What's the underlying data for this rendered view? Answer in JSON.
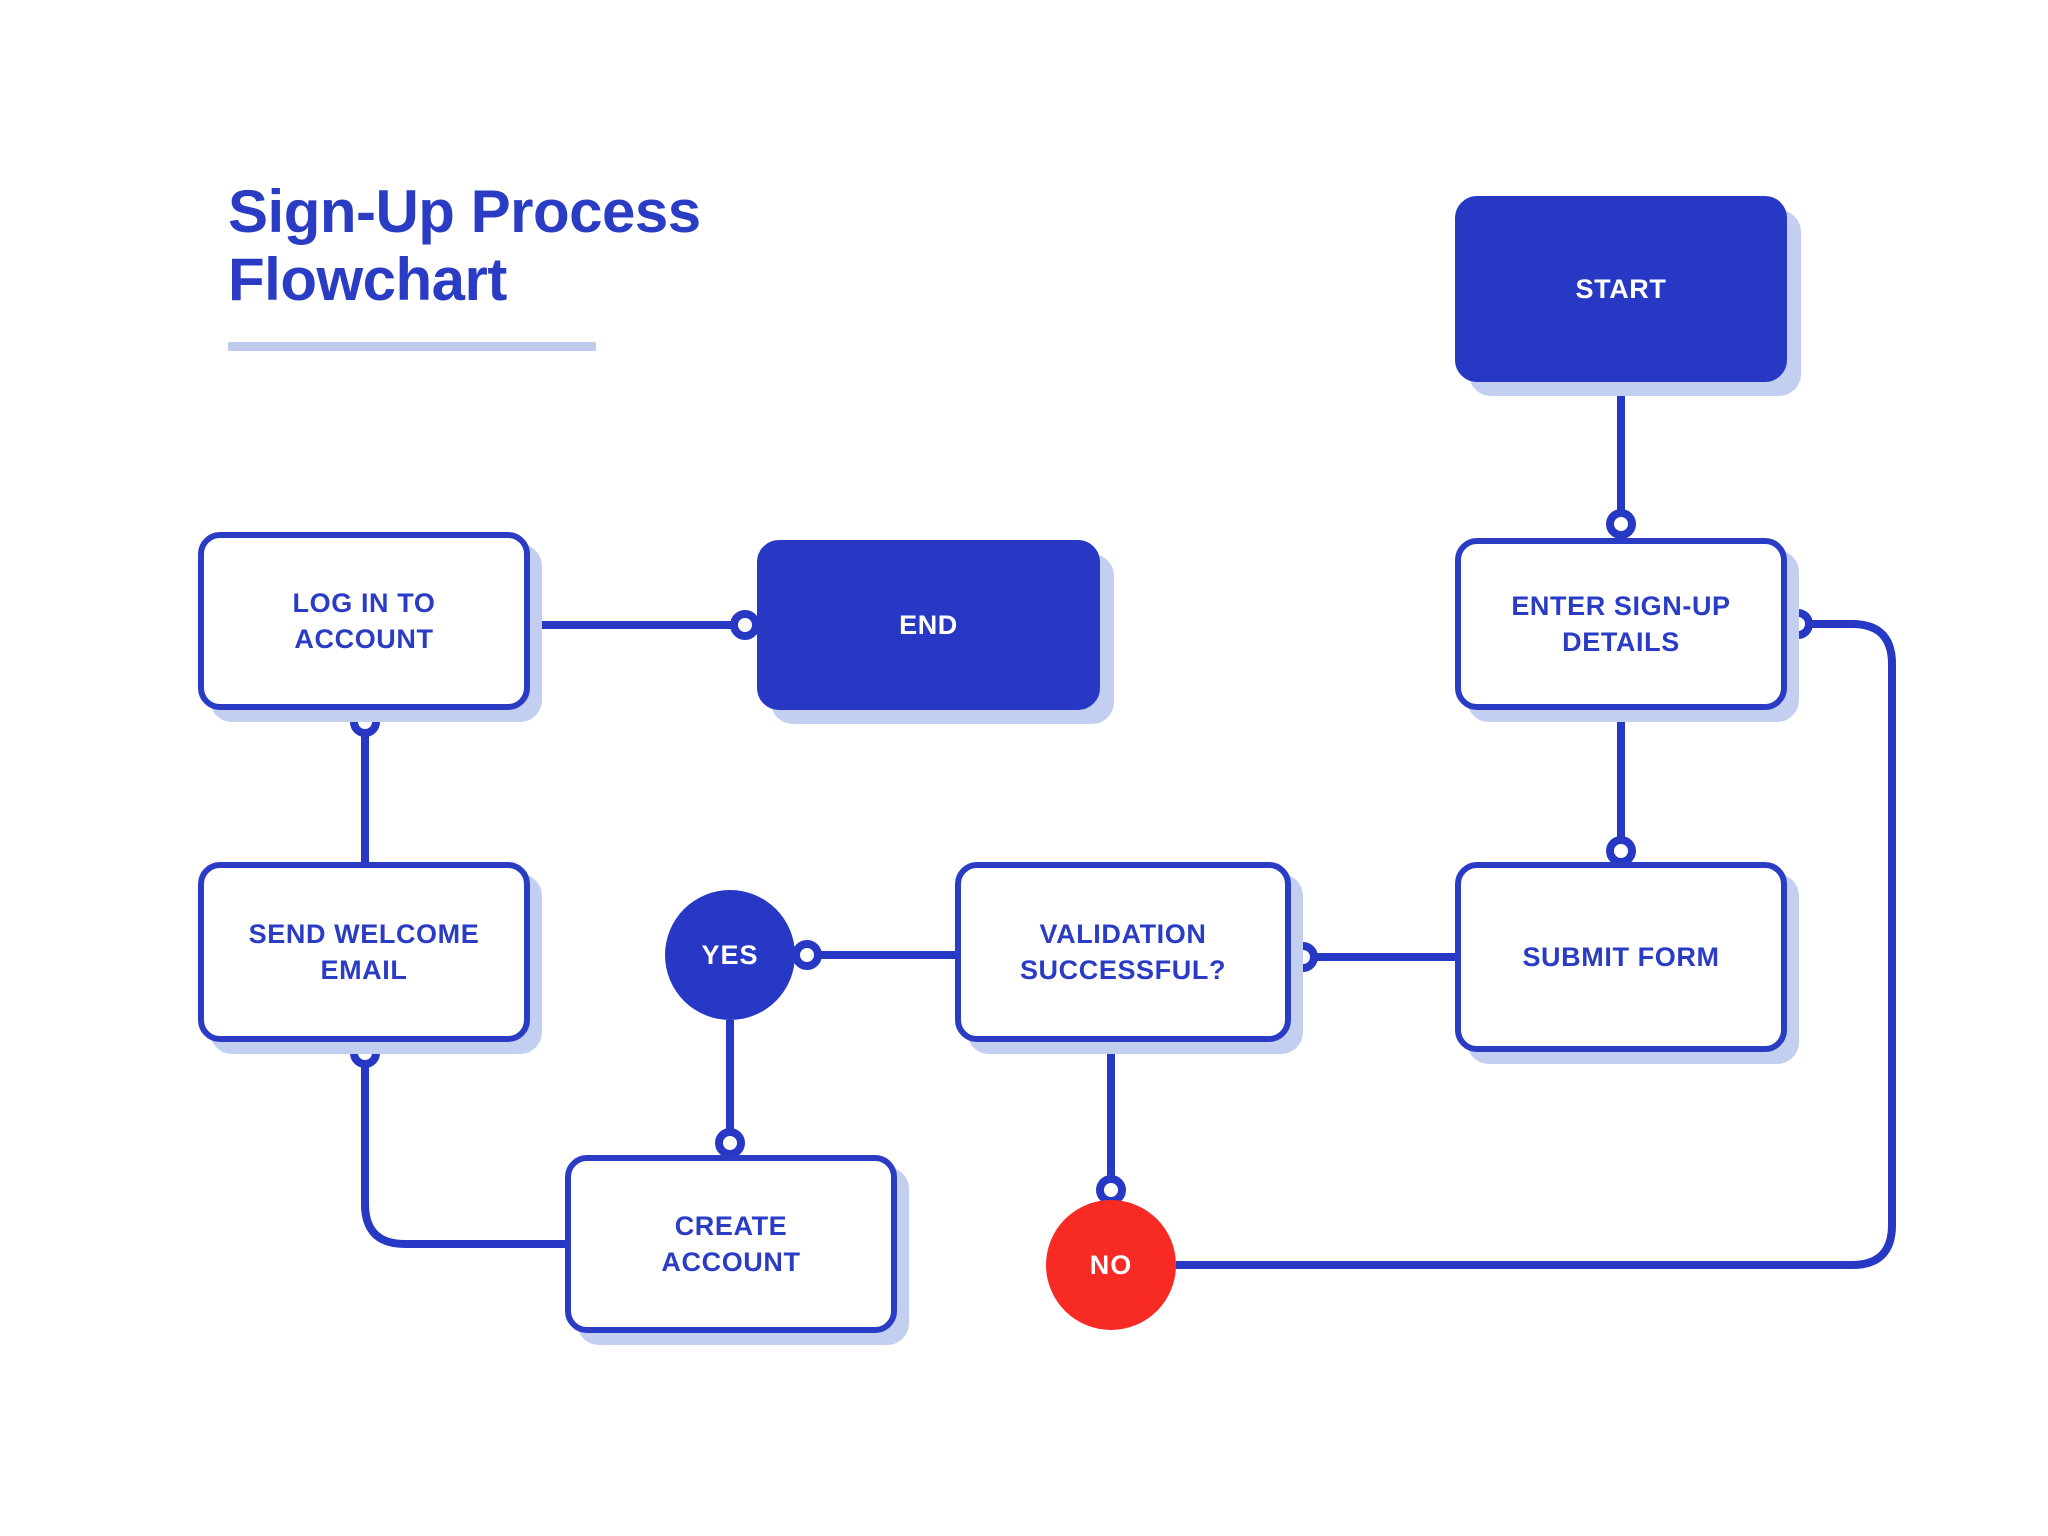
{
  "header": {
    "title": "Sign-Up Process\nFlowchart",
    "underline_color": "#BFCBEE"
  },
  "theme": {
    "background": "#FFFFFF",
    "primary_blue": "#2638C4",
    "stroke_blue": "#2B3CC4",
    "shadow_blue": "#C3CFF0",
    "danger_red": "#F72A24",
    "on_primary": "#FFFFFF"
  },
  "chart_data": {
    "type": "diagram",
    "subtype": "flowchart",
    "title": "Sign-Up Process Flowchart",
    "nodes": [
      {
        "id": "start",
        "label": "START",
        "shape": "rounded-rect",
        "style": "filled",
        "fill": "#2638C4",
        "text_color": "#FFFFFF"
      },
      {
        "id": "enter-details",
        "label": "ENTER SIGN-UP\nDETAILS",
        "shape": "rounded-rect",
        "style": "outline",
        "fill": "#FFFFFF",
        "text_color": "#2B3CC4"
      },
      {
        "id": "submit-form",
        "label": "SUBMIT FORM",
        "shape": "rounded-rect",
        "style": "outline",
        "fill": "#FFFFFF",
        "text_color": "#2B3CC4"
      },
      {
        "id": "validation",
        "label": "VALIDATION\nSUCCESSFUL?",
        "shape": "rounded-rect",
        "style": "outline",
        "fill": "#FFFFFF",
        "text_color": "#2B3CC4"
      },
      {
        "id": "yes",
        "label": "YES",
        "shape": "circle",
        "style": "filled",
        "fill": "#2638C4",
        "text_color": "#FFFFFF"
      },
      {
        "id": "no",
        "label": "NO",
        "shape": "circle",
        "style": "filled",
        "fill": "#F72A24",
        "text_color": "#FFFFFF"
      },
      {
        "id": "create-account",
        "label": "CREATE\nACCOUNT",
        "shape": "rounded-rect",
        "style": "outline",
        "fill": "#FFFFFF",
        "text_color": "#2B3CC4"
      },
      {
        "id": "welcome-email",
        "label": "SEND WELCOME\nEMAIL",
        "shape": "rounded-rect",
        "style": "outline",
        "fill": "#FFFFFF",
        "text_color": "#2B3CC4"
      },
      {
        "id": "login",
        "label": "LOG IN TO\nACCOUNT",
        "shape": "rounded-rect",
        "style": "outline",
        "fill": "#FFFFFF",
        "text_color": "#2B3CC4"
      },
      {
        "id": "end",
        "label": "END",
        "shape": "rounded-rect",
        "style": "filled",
        "fill": "#2638C4",
        "text_color": "#FFFFFF"
      }
    ],
    "edges": [
      {
        "from": "start",
        "to": "enter-details",
        "label": "",
        "routing": "vertical"
      },
      {
        "from": "enter-details",
        "to": "submit-form",
        "label": "",
        "routing": "vertical"
      },
      {
        "from": "submit-form",
        "to": "validation",
        "label": "",
        "routing": "horizontal"
      },
      {
        "from": "validation",
        "to": "yes",
        "label": "YES",
        "routing": "horizontal"
      },
      {
        "from": "validation",
        "to": "no",
        "label": "NO",
        "routing": "vertical"
      },
      {
        "from": "no",
        "to": "enter-details",
        "label": "",
        "routing": "loop-right"
      },
      {
        "from": "yes",
        "to": "create-account",
        "label": "",
        "routing": "vertical"
      },
      {
        "from": "create-account",
        "to": "welcome-email",
        "label": "",
        "routing": "elbow-left"
      },
      {
        "from": "welcome-email",
        "to": "login",
        "label": "",
        "routing": "vertical"
      },
      {
        "from": "login",
        "to": "end",
        "label": "",
        "routing": "horizontal"
      }
    ]
  }
}
